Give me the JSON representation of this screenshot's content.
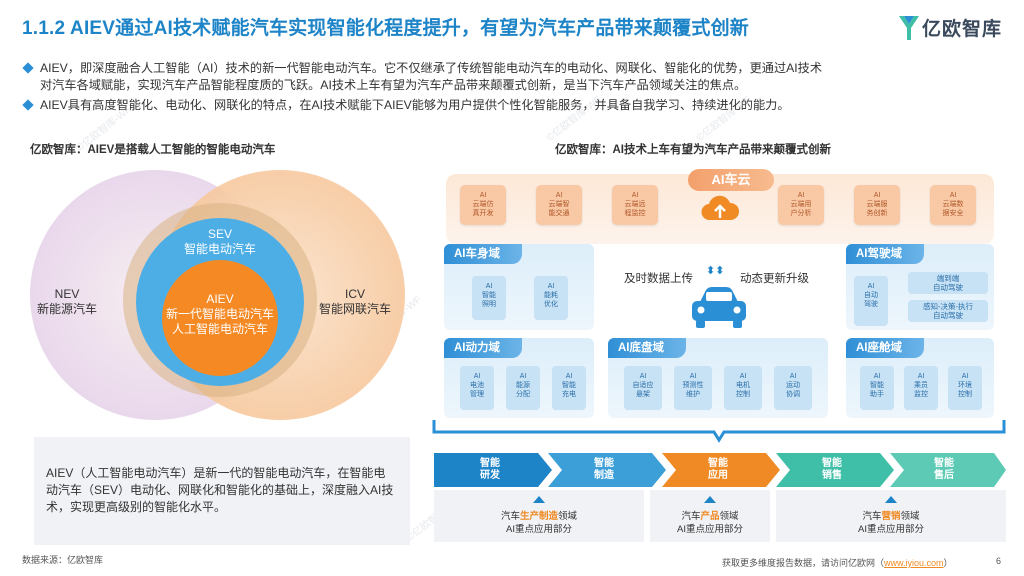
{
  "title": "1.1.2 AIEV通过AI技术赋能汽车实现智能化程度提升，有望为汽车产品带来颠覆式创新",
  "logo": {
    "text": "亿欧智库",
    "icon": "iyiou-logo-icon"
  },
  "bullets": [
    {
      "line1": "AIEV，即深度融合人工智能（AI）技术的新一代智能电动汽车。它不仅继承了传统智能电动汽车的电动化、网联化、智能化的优势，更通过AI技术",
      "line2": "对汽车各域赋能，实现汽车产品智能程度质的飞跃。AI技术上车有望为汽车产品带来颠覆式创新，是当下汽车产品领域关注的焦点。"
    },
    {
      "line1": "AIEV具有高度智能化、电动化、网联化的特点，在AI技术赋能下AIEV能够为用户提供个性化智能服务，并具备自我学习、持续进化的能力。",
      "line2": ""
    }
  ],
  "left": {
    "subtitle": "亿欧智库：AIEV是搭载人工智能的智能电动汽车",
    "sev": {
      "l1": "SEV",
      "l2": "智能电动汽车"
    },
    "nev": {
      "l1": "NEV",
      "l2": "新能源汽车"
    },
    "icv": {
      "l1": "ICV",
      "l2": "智能网联汽车"
    },
    "aiev": {
      "l1": "AIEV",
      "l2": "新一代智能电动汽车",
      "l3": "人工智能电动汽车"
    },
    "desc": "AIEV（人工智能电动汽车）是新一代的智能电动汽车，在智能电动汽车（SEV）电动化、网联化和智能化的基础上，深度融入AI技术，实现更高级别的智能化水平。"
  },
  "right": {
    "subtitle": "亿欧智库：AI技术上车有望为汽车产品带来颠覆式创新",
    "cloud": {
      "label": "AI车云",
      "boxes": [
        {
          "l1": "AI",
          "l2": "云端仿",
          "l3": "真开发"
        },
        {
          "l1": "AI",
          "l2": "云端智",
          "l3": "能交通"
        },
        {
          "l1": "AI",
          "l2": "云端远",
          "l3": "程监控"
        },
        {
          "l1": "AI",
          "l2": "云端用",
          "l3": "户分析"
        },
        {
          "l1": "AI",
          "l2": "云端服",
          "l3": "务创新"
        },
        {
          "l1": "AI",
          "l2": "云端数",
          "l3": "据安全"
        }
      ]
    },
    "center": {
      "upload": "及时数据上传",
      "update": "动态更新升级"
    },
    "body": {
      "label": "AI车身域",
      "boxes": [
        {
          "l1": "AI",
          "l2": "智能",
          "l3": "照明"
        },
        {
          "l1": "AI",
          "l2": "能耗",
          "l3": "优化"
        }
      ]
    },
    "drive": {
      "label": "AI驾驶域",
      "box": {
        "l1": "AI",
        "l2": "自动",
        "l3": "驾驶"
      },
      "pills": [
        {
          "l1": "端到端",
          "l2": "自动驾驶"
        },
        {
          "l1": "感知-决策-执行",
          "l2": "自动驾驶"
        }
      ]
    },
    "power": {
      "label": "AI动力域",
      "boxes": [
        {
          "l1": "AI",
          "l2": "电池",
          "l3": "管理"
        },
        {
          "l1": "AI",
          "l2": "能源",
          "l3": "分配"
        },
        {
          "l1": "AI",
          "l2": "智能",
          "l3": "充电"
        }
      ]
    },
    "chassis": {
      "label": "AI底盘域",
      "boxes": [
        {
          "l1": "AI",
          "l2": "自适应",
          "l3": "悬架"
        },
        {
          "l1": "AI",
          "l2": "预测性",
          "l3": "维护"
        },
        {
          "l1": "AI",
          "l2": "电机",
          "l3": "控制"
        },
        {
          "l1": "AI",
          "l2": "运动",
          "l3": "协调"
        }
      ]
    },
    "cabin": {
      "label": "AI座舱域",
      "boxes": [
        {
          "l1": "AI",
          "l2": "智能",
          "l3": "助手"
        },
        {
          "l1": "AI",
          "l2": "乘员",
          "l3": "监控"
        },
        {
          "l1": "AI",
          "l2": "环境",
          "l3": "控制"
        }
      ]
    },
    "chevrons": [
      {
        "l1": "智能",
        "l2": "研发",
        "color": "#1e84c8"
      },
      {
        "l1": "智能",
        "l2": "制造",
        "color": "#3d9fd8"
      },
      {
        "l1": "智能",
        "l2": "应用",
        "color": "#f08a24"
      },
      {
        "l1": "智能",
        "l2": "销售",
        "color": "#3fbfa8"
      },
      {
        "l1": "智能",
        "l2": "售后",
        "color": "#5ccab4"
      }
    ],
    "apps": [
      {
        "pre": "汽车",
        "hl": "生产制造",
        "post": "领域",
        "l2": "AI重点应用部分"
      },
      {
        "pre": "汽车",
        "hl": "产品",
        "post": "领域",
        "l2": "AI重点应用部分"
      },
      {
        "pre": "汽车",
        "hl": "营销",
        "post": "领域",
        "l2": "AI重点应用部分"
      }
    ]
  },
  "footer": {
    "source": "数据来源：亿欧智库",
    "more": "获取更多维度报告数据，请访问亿欧网（",
    "link": "www.iyiou.com",
    "close": "）",
    "page": "6"
  },
  "watermark": "©亿欧智库-WF"
}
